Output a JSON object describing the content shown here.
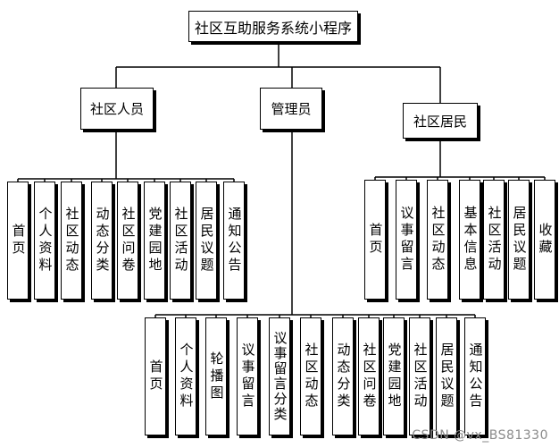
{
  "root": {
    "label": "社区互助服务系统小程序"
  },
  "branches": {
    "member": {
      "label": "社区人员",
      "items": [
        "首页",
        "个人资料",
        "社区动态",
        "动态分类",
        "社区问卷",
        "党建园地",
        "社区活动",
        "居民议题",
        "通知公告"
      ]
    },
    "admin": {
      "label": "管理员",
      "items": [
        "首页",
        "个人资料",
        "轮播图",
        "议事留言",
        "议事留言分类",
        "社区动态",
        "动态分类",
        "社区问卷",
        "党建园地",
        "社区活动",
        "居民议题",
        "通知公告"
      ]
    },
    "resident": {
      "label": "社区居民",
      "items": [
        "首页",
        "议事留言",
        "社区动态",
        "基本信息",
        "社区活动",
        "居民议题",
        "收藏"
      ]
    }
  },
  "watermark": "CSDN @vx_BS81330"
}
